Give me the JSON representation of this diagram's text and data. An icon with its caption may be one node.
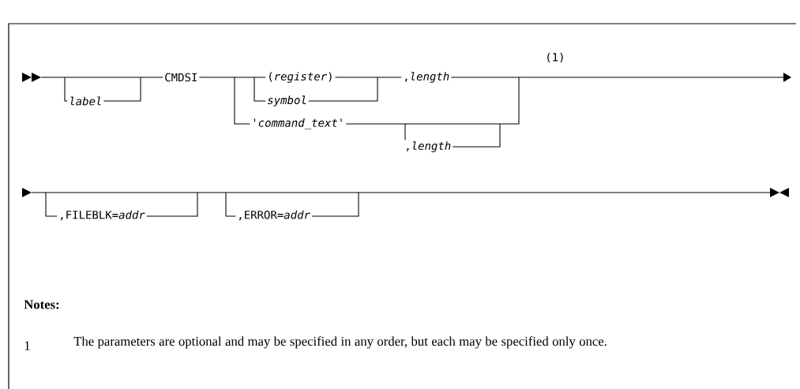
{
  "diagram": {
    "labels": [
      "(1)",
      "CMDSI",
      "(*register*)",
      ",*length*",
      "label",
      "symbol",
      "'command_text'",
      ",*length*",
      ",FILEBLK=*addr*",
      ",ERROR=*addr*",
      "Notes:",
      "1",
      "The parameters are optional and may be specified in any order, but each may be specified only once."
    ]
  }
}
